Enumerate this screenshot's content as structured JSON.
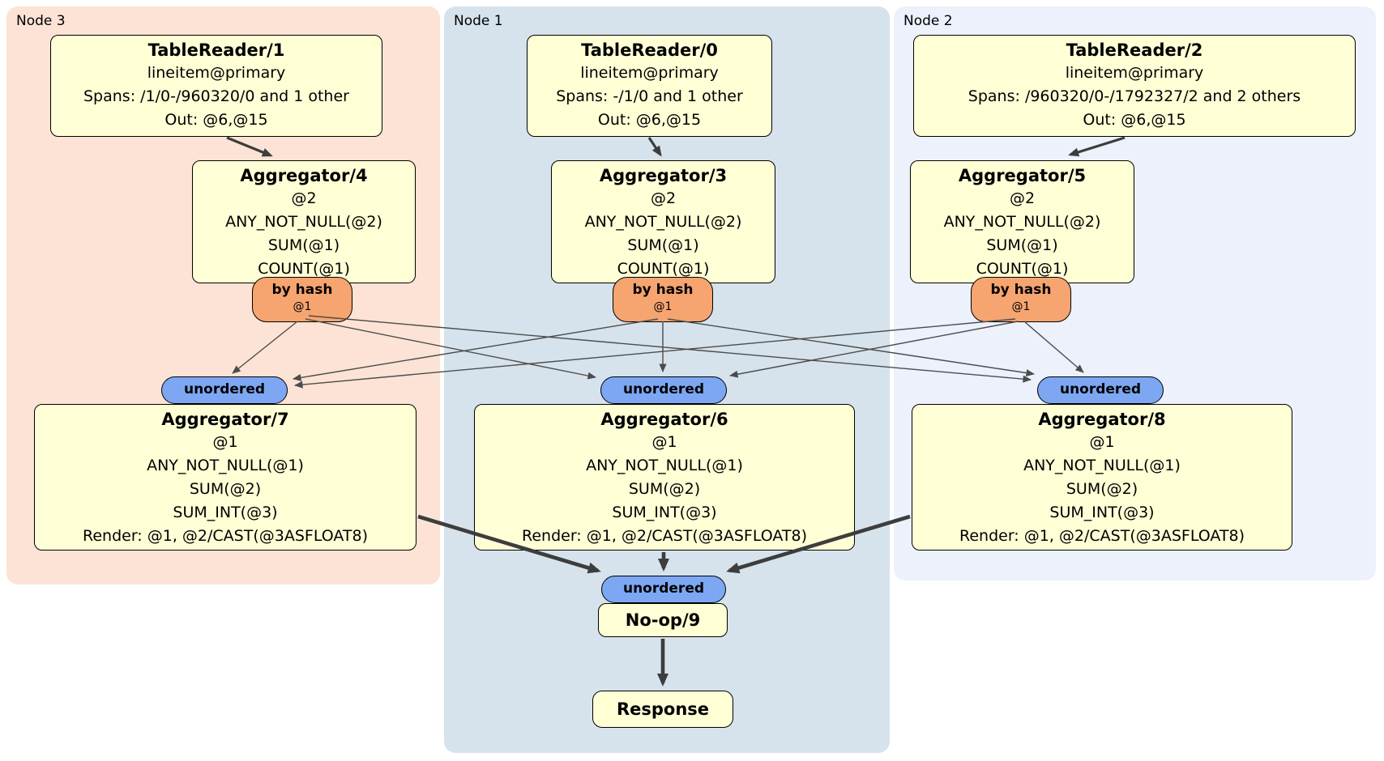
{
  "colors": {
    "page_bg": "#ffffff",
    "node3_bg": "#fce3d5",
    "node1_bg": "#d6e3ec",
    "node2_bg": "#ecf1fb",
    "box_bg": "#ffffd6",
    "box_border": "#000000",
    "router_bg": "#f6a470",
    "sync_bg": "#7da7f2",
    "edge_thin": "#4c4c4c",
    "edge_thick": "#3d3d3d"
  },
  "panels": [
    {
      "label": "Node 3",
      "table_reader": {
        "title": "TableReader/1",
        "lines": [
          "lineitem@primary",
          "Spans: /1/0-/960320/0 and 1 other",
          "Out: @6,@15"
        ]
      },
      "aggregator_top": {
        "title": "Aggregator/4",
        "lines": [
          "@2",
          "ANY_NOT_NULL(@2)",
          "SUM(@1)",
          "COUNT(@1)"
        ]
      },
      "router": {
        "label": "by hash",
        "detail": "@1"
      },
      "sync_label": "unordered",
      "aggregator_bottom": {
        "title": "Aggregator/7",
        "lines": [
          "@1",
          "ANY_NOT_NULL(@1)",
          "SUM(@2)",
          "SUM_INT(@3)",
          "Render: @1, @2/CAST(@3ASFLOAT8)"
        ]
      }
    },
    {
      "label": "Node 1",
      "table_reader": {
        "title": "TableReader/0",
        "lines": [
          "lineitem@primary",
          "Spans: -/1/0 and 1 other",
          "Out: @6,@15"
        ]
      },
      "aggregator_top": {
        "title": "Aggregator/3",
        "lines": [
          "@2",
          "ANY_NOT_NULL(@2)",
          "SUM(@1)",
          "COUNT(@1)"
        ]
      },
      "router": {
        "label": "by hash",
        "detail": "@1"
      },
      "sync_label": "unordered",
      "aggregator_bottom": {
        "title": "Aggregator/6",
        "lines": [
          "@1",
          "ANY_NOT_NULL(@1)",
          "SUM(@2)",
          "SUM_INT(@3)",
          "Render: @1, @2/CAST(@3ASFLOAT8)"
        ]
      }
    },
    {
      "label": "Node 2",
      "table_reader": {
        "title": "TableReader/2",
        "lines": [
          "lineitem@primary",
          "Spans: /960320/0-/1792327/2 and 2 others",
          "Out: @6,@15"
        ]
      },
      "aggregator_top": {
        "title": "Aggregator/5",
        "lines": [
          "@2",
          "ANY_NOT_NULL(@2)",
          "SUM(@1)",
          "COUNT(@1)"
        ]
      },
      "router": {
        "label": "by hash",
        "detail": "@1"
      },
      "sync_label": "unordered",
      "aggregator_bottom": {
        "title": "Aggregator/8",
        "lines": [
          "@1",
          "ANY_NOT_NULL(@1)",
          "SUM(@2)",
          "SUM_INT(@3)",
          "Render: @1, @2/CAST(@3ASFLOAT8)"
        ]
      }
    }
  ],
  "final_stage": {
    "sync_label": "unordered",
    "noop_title": "No-op/9",
    "response_title": "Response"
  }
}
